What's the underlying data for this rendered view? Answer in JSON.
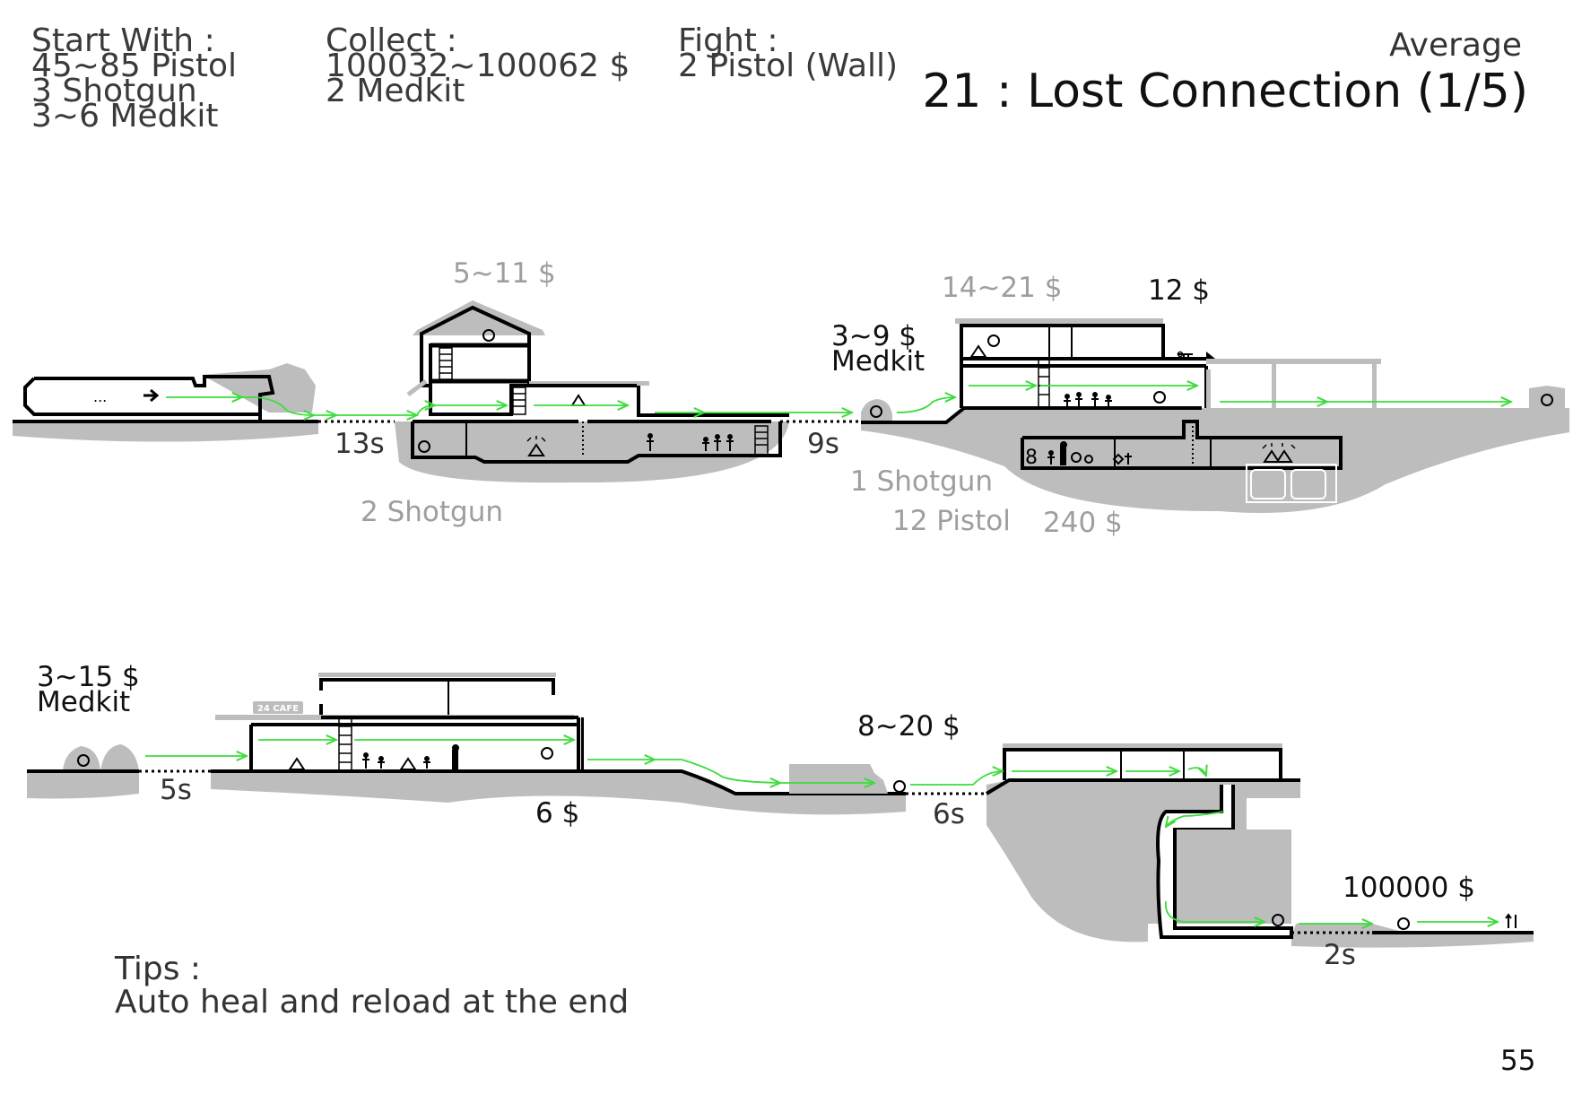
{
  "header": {
    "start_with": {
      "title": "Start With :",
      "lines": [
        "45~85 Pistol",
        "3 Shotgun",
        "3~6 Medkit"
      ]
    },
    "collect": {
      "title": "Collect :",
      "lines": [
        "100032~100062 $",
        "2 Medkit"
      ]
    },
    "fight": {
      "title": "Fight :",
      "lines": [
        "2 Pistol (Wall)"
      ]
    },
    "difficulty": "Average",
    "level_title": "21 : Lost Connection (1/5)"
  },
  "labels": {
    "money_5_11": "5~11 $",
    "money_14_21": "14~21 $",
    "money_12": "12 $",
    "money_3_9": "3~9 $",
    "medkit_a": "Medkit",
    "time_13s": "13s",
    "time_9s": "9s",
    "shotgun_2": "2 Shotgun",
    "shotgun_1": "1 Shotgun",
    "pistol_12": "12 Pistol",
    "money_240": "240 $",
    "money_3_15": "3~15 $",
    "medkit_b": "Medkit",
    "cafe_sign": "24 CAFE",
    "time_5s": "5s",
    "money_6": "6 $",
    "money_8_20": "8~20 $",
    "time_6s": "6s",
    "money_100000": "100000 $",
    "time_2s": "2s"
  },
  "tips": {
    "title": "Tips :",
    "text": "Auto heal and reload at the end"
  },
  "page_number": "55",
  "colors": {
    "route": "#3ddc3d",
    "ground": "#bdbdbd",
    "wall": "#000000",
    "label_grey": "#9e9e9e"
  }
}
